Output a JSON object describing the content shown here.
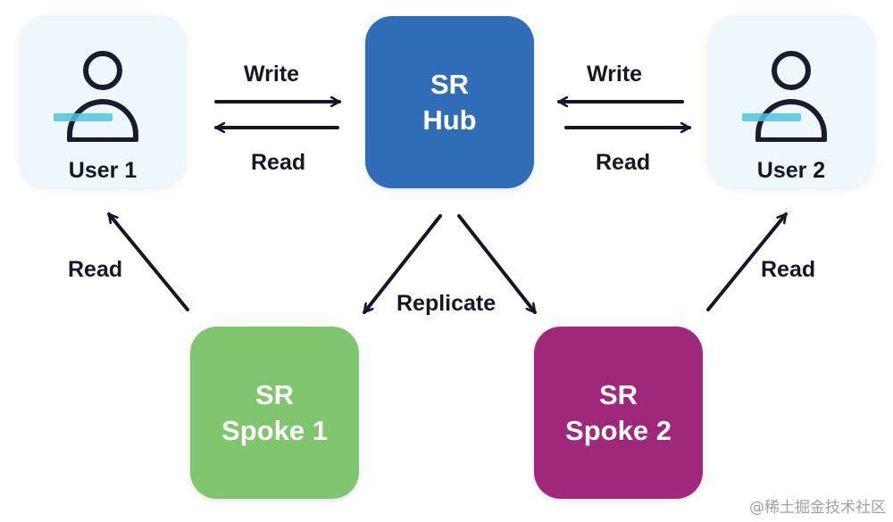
{
  "nodes": {
    "user1": {
      "label": "User 1"
    },
    "user2": {
      "label": "User 2"
    },
    "hub": {
      "line1": "SR",
      "line2": "Hub",
      "color": "#2f6db6"
    },
    "spoke1": {
      "line1": "SR",
      "line2": "Spoke 1",
      "color": "#7fc66e"
    },
    "spoke2": {
      "line1": "SR",
      "line2": "Spoke 2",
      "color": "#a0287a"
    }
  },
  "edges": {
    "user1_write": "Write",
    "user1_read": "Read",
    "user2_write": "Write",
    "user2_read": "Read",
    "spoke1_read": "Read",
    "spoke2_read": "Read",
    "replicate": "Replicate"
  },
  "colors": {
    "user_bg": "#eef8fc",
    "icon_stroke": "#1b1b2e",
    "icon_accent": "#4ec3e0",
    "arrow": "#161626"
  },
  "watermark": "@稀土掘金技术社区"
}
